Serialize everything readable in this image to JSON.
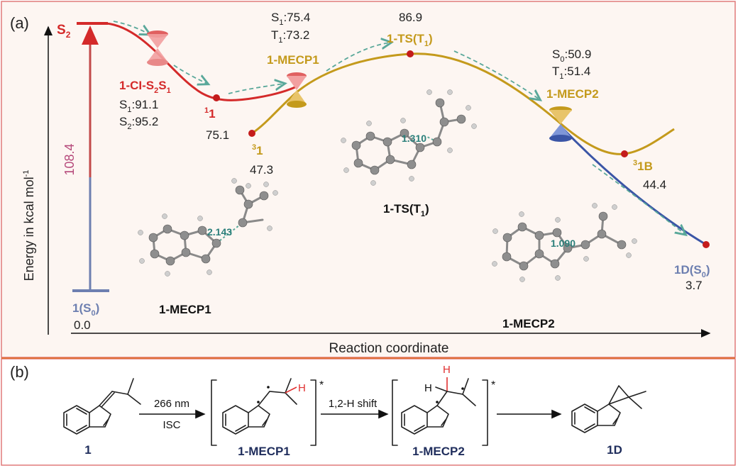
{
  "panel_a": {
    "tag": "(a)",
    "y_axis_label": "Energy in kcal mol",
    "y_axis_sup": "-1",
    "x_axis_label": "Reaction coordinate",
    "excitation_energy": "108.4",
    "states": {
      "s2": {
        "main": "S",
        "sub": "2"
      },
      "ground": {
        "main": "1(S",
        "sub": "0",
        "end": ")",
        "energy": "0.0"
      },
      "ci": {
        "name": "1-CI-S",
        "sub1": "2",
        "mid": "S",
        "sub2": "1",
        "line1_pre": "S",
        "line1_sub": "1",
        "line1_val": ":91.1",
        "line2_pre": "S",
        "line2_sub": "2",
        "line2_val": ":95.2"
      },
      "s1min": {
        "sup": "1",
        "main": "1",
        "energy": "75.1"
      },
      "t1min": {
        "sup": "3",
        "main": "1",
        "energy": "47.3"
      },
      "mecp1": {
        "name": "1-MECP1",
        "line1_pre": "S",
        "line1_sub": "1",
        "line1_val": ":75.4",
        "line2_pre": "T",
        "line2_sub": "1",
        "line2_val": ":73.2"
      },
      "ts": {
        "name": "1-TS(T",
        "sub": "1",
        "end": ")",
        "energy": "86.9"
      },
      "mecp2": {
        "name": "1-MECP2",
        "line1_pre": "S",
        "line1_sub": "0",
        "line1_val": ":50.9",
        "line2_pre": "T",
        "line2_sub": "1",
        "line2_val": ":51.4"
      },
      "b3": {
        "sup": "3",
        "main": "1B",
        "energy": "44.4"
      },
      "d": {
        "main": "1D(S",
        "sub": "0",
        "end": ")",
        "energy": "3.7"
      }
    },
    "structures": {
      "mecp1": {
        "label": "1-MECP1",
        "distance": "2.143"
      },
      "ts": {
        "label": "1-TS(T",
        "sub": "1",
        "end": ")",
        "distance": "1.310"
      },
      "mecp2": {
        "label": "1-MECP2",
        "distance": "1.090"
      }
    },
    "colors": {
      "red": "#d42a2a",
      "gold": "#c49a1c",
      "blue": "#3b55a6",
      "teal": "#5aa89a",
      "frame": "#e07a7a",
      "bg": "#fdf6f2"
    }
  },
  "panel_b": {
    "tag": "(b)",
    "reagent_top": "266 nm",
    "reagent_bottom": "ISC",
    "shift_label": "1,2-H shift",
    "h_label": "H",
    "star": "*",
    "compounds": [
      "1",
      "1-MECP1",
      "1-MECP2",
      "1D"
    ],
    "colors": {
      "label": "#1f2d5c",
      "h_red": "#e03030"
    }
  }
}
